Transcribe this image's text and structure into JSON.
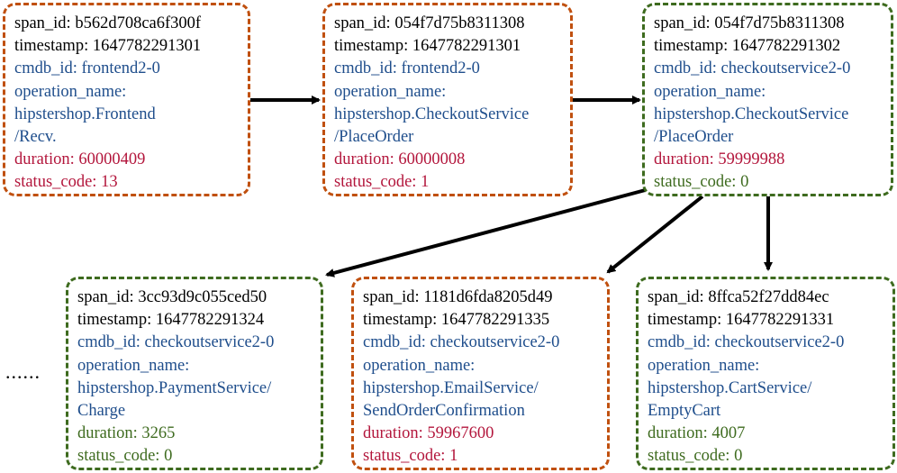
{
  "colors": {
    "error_border": "#c0500f",
    "ok_border": "#3e6b1f",
    "blue_text": "#1f4e8c",
    "red_text": "#b3163c",
    "green_text": "#3e6b1f"
  },
  "ellipsis": "......",
  "spans": [
    {
      "span_id_label": "span_id:",
      "span_id": "b562d708ca6f300f",
      "timestamp_label": "timestamp:",
      "timestamp": "1647782291301",
      "cmdb_id_label": "cmdb_id:",
      "cmdb_id": "frontend2-0",
      "operation_name_label": "operation_name:",
      "operation_name_1": "hipstershop.Frontend",
      "operation_name_2": "/Recv.",
      "duration_label": "duration:",
      "duration": "60000409",
      "status_code_label": "status_code:",
      "status_code": "13",
      "status": "error"
    },
    {
      "span_id_label": "span_id:",
      "span_id": "054f7d75b8311308",
      "timestamp_label": "timestamp:",
      "timestamp": "1647782291301",
      "cmdb_id_label": "cmdb_id:",
      "cmdb_id": "frontend2-0",
      "operation_name_label": "operation_name:",
      "operation_name_1": "hipstershop.CheckoutService",
      "operation_name_2": "/PlaceOrder",
      "duration_label": "duration:",
      "duration": "60000008",
      "status_code_label": "status_code:",
      "status_code": "1",
      "status": "error"
    },
    {
      "span_id_label": "span_id:",
      "span_id": "054f7d75b8311308",
      "timestamp_label": "timestamp:",
      "timestamp": "1647782291302",
      "cmdb_id_label": "cmdb_id:",
      "cmdb_id": "checkoutservice2-0",
      "operation_name_label": "operation_name:",
      "operation_name_1": "hipstershop.CheckoutService",
      "operation_name_2": "/PlaceOrder",
      "duration_label": "duration:",
      "duration": "59999988",
      "status_code_label": "status_code:",
      "status_code": "0",
      "status": "ok"
    },
    {
      "span_id_label": "span_id:",
      "span_id": "3cc93d9c055ced50",
      "timestamp_label": "timestamp:",
      "timestamp": "1647782291324",
      "cmdb_id_label": "cmdb_id:",
      "cmdb_id": "checkoutservice2-0",
      "operation_name_label": "operation_name:",
      "operation_name_1": "hipstershop.PaymentService/",
      "operation_name_2": "Charge",
      "duration_label": "duration:",
      "duration": "3265",
      "status_code_label": "status_code:",
      "status_code": "0",
      "status": "ok"
    },
    {
      "span_id_label": "span_id:",
      "span_id": "1181d6fda8205d49",
      "timestamp_label": "timestamp:",
      "timestamp": "1647782291335",
      "cmdb_id_label": "cmdb_id:",
      "cmdb_id": "checkoutservice2-0",
      "operation_name_label": "operation_name:",
      "operation_name_1": "hipstershop.EmailService/",
      "operation_name_2": "SendOrderConfirmation",
      "duration_label": "duration:",
      "duration": "59967600",
      "status_code_label": "status_code:",
      "status_code": "1",
      "status": "error"
    },
    {
      "span_id_label": "span_id:",
      "span_id": "8ffca52f27dd84ec",
      "timestamp_label": "timestamp:",
      "timestamp": "1647782291331",
      "cmdb_id_label": "cmdb_id:",
      "cmdb_id": "checkoutservice2-0",
      "operation_name_label": "operation_name:",
      "operation_name_1": "hipstershop.CartService/",
      "operation_name_2": "EmptyCart",
      "duration_label": "duration:",
      "duration": "4007",
      "status_code_label": "status_code:",
      "status_code": "0",
      "status": "ok"
    }
  ],
  "edges": [
    {
      "from": 0,
      "to": 1
    },
    {
      "from": 1,
      "to": 2
    },
    {
      "from": 2,
      "to": 3
    },
    {
      "from": 2,
      "to": 4
    },
    {
      "from": 2,
      "to": 5
    }
  ]
}
